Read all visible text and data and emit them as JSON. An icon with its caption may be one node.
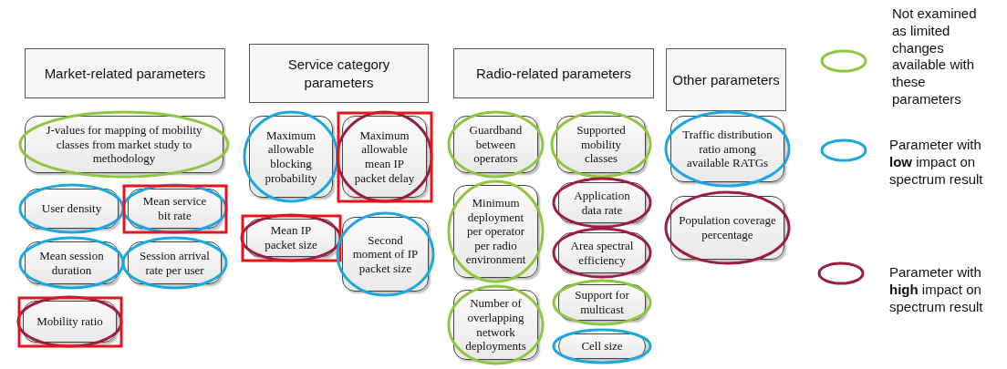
{
  "diagram": {
    "nodes": [
      {
        "text": [
          "Market-related parameters"
        ]
      },
      {
        "text": [
          "J-values for mapping of mobility classes from market study to methodology"
        ]
      },
      {
        "text": [
          "User density"
        ]
      },
      {
        "text": [
          "Mean service bit rate"
        ]
      },
      {
        "text": [
          "Mean session duration"
        ]
      },
      {
        "text": [
          "Session arrival rate per user"
        ]
      },
      {
        "text": [
          "Mobility ratio"
        ]
      },
      {
        "text": [
          "Service category parameters"
        ]
      },
      {
        "text": [
          "Maximum allowable blocking probability"
        ]
      },
      {
        "text": [
          "Maximum allowable mean IP packet delay"
        ]
      },
      {
        "text": [
          "Mean IP packet size"
        ]
      },
      {
        "text": [
          "Second moment of IP packet size"
        ]
      },
      {
        "text": [
          "Radio-related parameters"
        ]
      },
      {
        "text": [
          "Guardband between operators"
        ]
      },
      {
        "text": [
          "Supported mobility classes"
        ]
      },
      {
        "text": [
          "Minimum deployment per operator per radio environment"
        ]
      },
      {
        "text": [
          "Application data rate"
        ]
      },
      {
        "text": [
          "Area spectral efficiency"
        ]
      },
      {
        "text": [
          "Number of overlapping network deployments"
        ]
      },
      {
        "text": [
          "Support for multicast"
        ]
      },
      {
        "text": [
          "Cell size"
        ]
      },
      {
        "text": [
          "Other parameters"
        ]
      },
      {
        "text": [
          "Traffic distribution ratio among available RATGs"
        ]
      },
      {
        "text": [
          "Population coverage percentage"
        ]
      }
    ],
    "legend": [
      {
        "text": "Not examined as limited changes available with these parameters",
        "color": "#8dc63f"
      },
      {
        "text": "Parameter with **low** impact on spectrum result",
        "color": "#1ba8e0"
      },
      {
        "text": "Parameter with **high** impact on spectrum result",
        "color": "#9b1d3f"
      }
    ]
  }
}
